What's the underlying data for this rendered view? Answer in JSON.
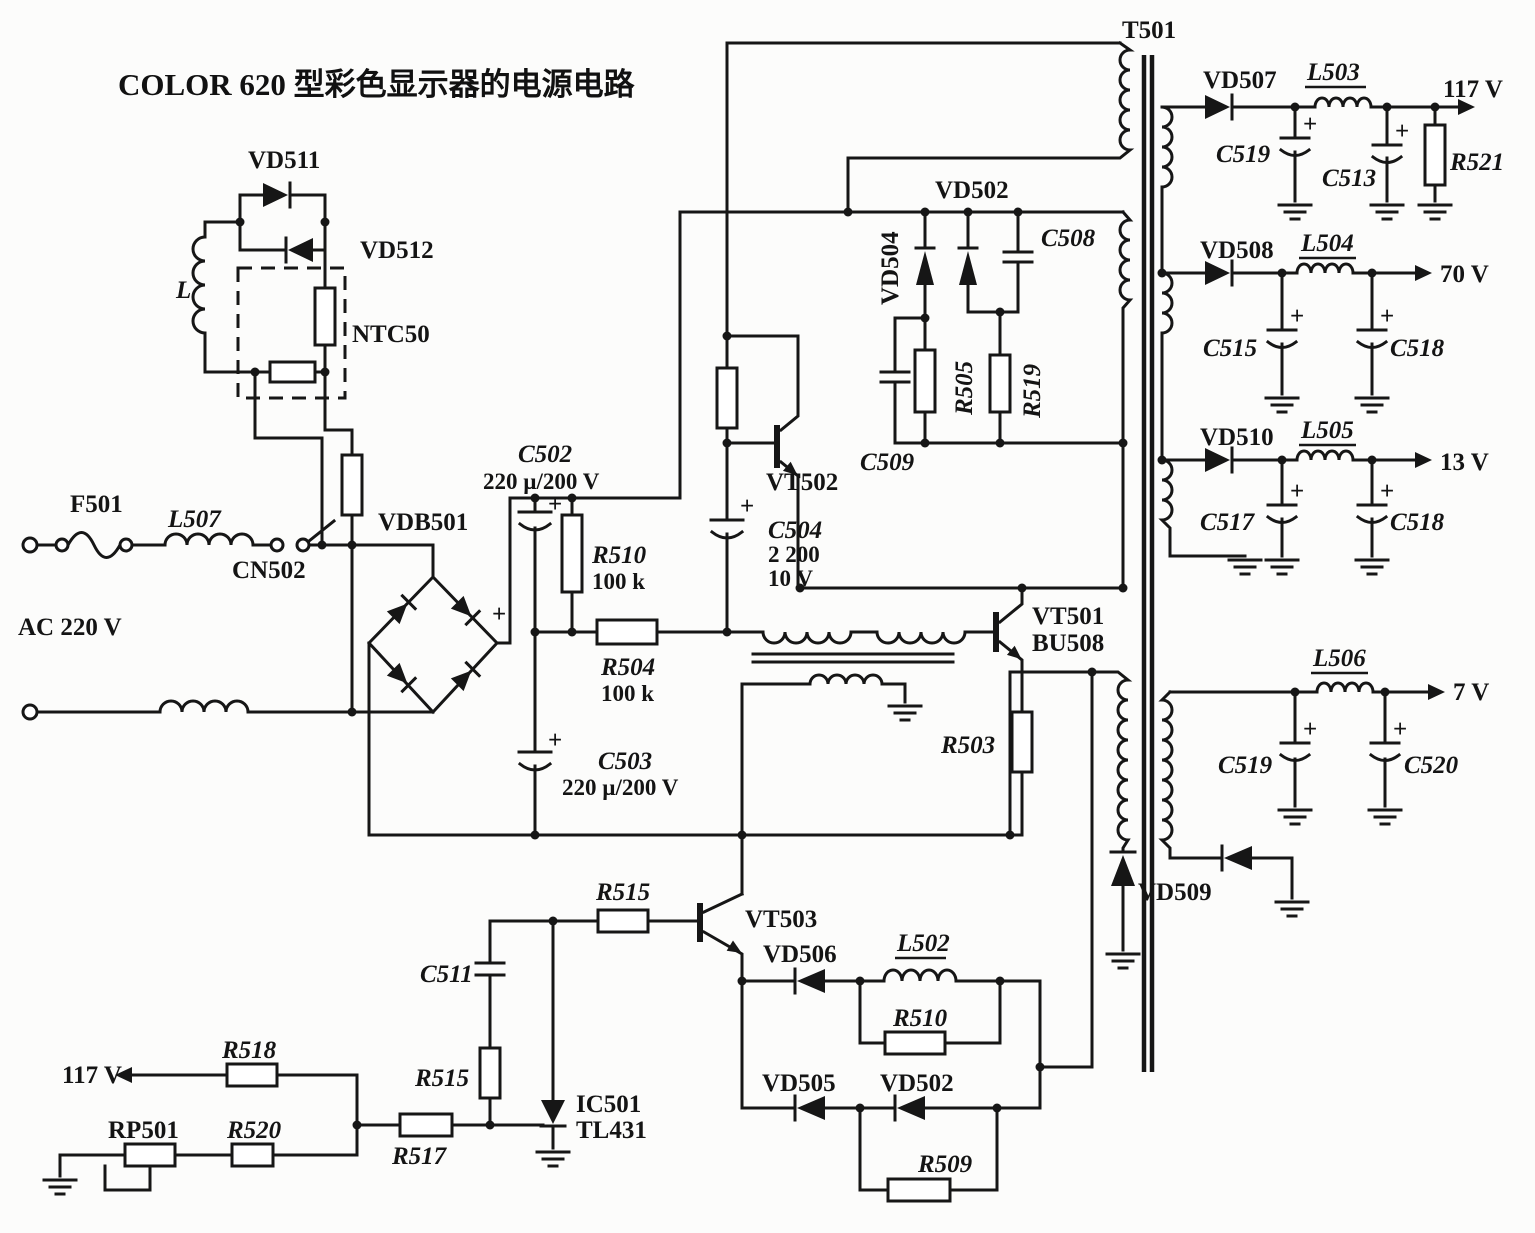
{
  "title": "COLOR 620 型彩色显示器的电源电路",
  "c": {
    "f501": "F501",
    "l507": "L507",
    "cn502": "CN502",
    "ac": "AC 220 V",
    "l": "L",
    "vd511": "VD511",
    "vd512": "VD512",
    "ntc50": "NTC50",
    "vdb501": "VDB501",
    "plus": "+",
    "c502": "C502",
    "c502v": "220 µ/200 V",
    "r510": "R510",
    "r510v": "100 k",
    "r504": "R504",
    "r504v": "100 k",
    "c503": "C503",
    "c503v": "220 µ/200 V",
    "vt502": "VT502",
    "c504": "C504",
    "c504v1": "2 200",
    "c504v2": "10 V",
    "vd502": "VD502",
    "vd504": "VD504",
    "c508": "C508",
    "c509": "C509",
    "r505": "R505",
    "r519": "R519",
    "t501": "T501",
    "vt501": "VT501",
    "bu508": "BU508",
    "r503": "R503",
    "vd507": "VD507",
    "l503": "L503",
    "v117": "117 V",
    "c519": "C519",
    "c513": "C513",
    "r521": "R521",
    "vd508": "VD508",
    "l504": "L504",
    "v70": "70 V",
    "c515": "C515",
    "c518": "C518",
    "vd510": "VD510",
    "l505": "L505",
    "v13": "13 V",
    "c517": "C517",
    "l506": "L506",
    "v7": "7 V",
    "c520": "C520",
    "vd509": "VD509",
    "r515": "R515",
    "c511": "C511",
    "ic501": "IC501",
    "tl431": "TL431",
    "r517": "R517",
    "r518": "R518",
    "rp501": "RP501",
    "r520": "R520",
    "vt503": "VT503",
    "vd506": "VD506",
    "l502": "L502",
    "vd505": "VD505",
    "r509": "R509"
  }
}
